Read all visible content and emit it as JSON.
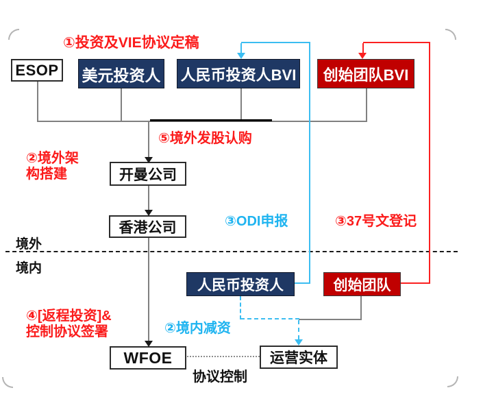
{
  "diagram": {
    "title_context": "VIE structure set-up flow diagram",
    "region_labels": {
      "offshore": "境外",
      "onshore": "境内"
    },
    "nodes": {
      "esop": {
        "label": "ESOP"
      },
      "usd_investor": {
        "label": "美元投资人"
      },
      "rmb_investor_bvi": {
        "label": "人民币投资人BVI"
      },
      "founder_bvi": {
        "label": "创始团队BVI"
      },
      "cayman_co": {
        "label": "开曼公司"
      },
      "hk_co": {
        "label": "香港公司"
      },
      "rmb_investor_onshore": {
        "label": "人民币投资人"
      },
      "founder_onshore": {
        "label": "创始团队"
      },
      "wfoe": {
        "label": "WFOE"
      },
      "operating_entity": {
        "label": "运营实体"
      }
    },
    "annotations": {
      "step1_vie_agreement": "①投资及VIE协议定稿",
      "step2_offshore_line1": "②境外架",
      "step2_offshore_line2": "构搭建",
      "step5_share_subscription": "⑤境外发股认购",
      "step3_odi_filing": "③ODI申报",
      "step3_circular37": "③37号文登记",
      "step4_line1": "④[返程投资]&",
      "step4_line2": "控制协议签署",
      "step2_onshore_capital_reduction": "②境内减资",
      "vie_control": "协议控制"
    },
    "colors": {
      "navy_box": "#1f3864",
      "red_box": "#c00000",
      "red_text": "#fb1b1b",
      "red_line": "#fb2020",
      "cyan_text": "#1fb4f0",
      "cyan_line": "#3bbdf1",
      "gray_line": "#808080",
      "black_line": "#000000"
    }
  }
}
